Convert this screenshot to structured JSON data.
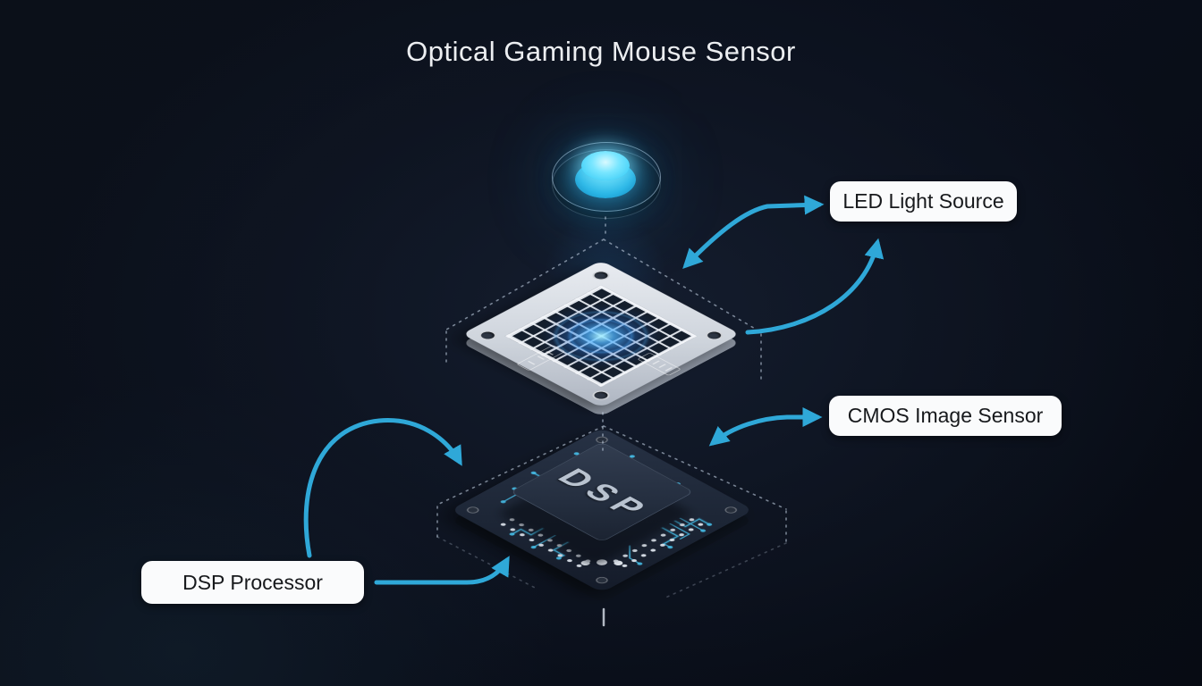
{
  "title": "Optical Gaming Mouse Sensor",
  "components": {
    "led": {
      "label": "LED Light Source"
    },
    "cmos": {
      "label": "CMOS Image Sensor"
    },
    "dsp": {
      "label": "DSP Processor",
      "chip_text": "DSP"
    }
  },
  "colors": {
    "background": "#0a0f1b",
    "accent_arrow": "#2fa8d8",
    "glow": "#35c8f5",
    "label_bg": "#fafbfc",
    "label_text": "#17191c"
  }
}
